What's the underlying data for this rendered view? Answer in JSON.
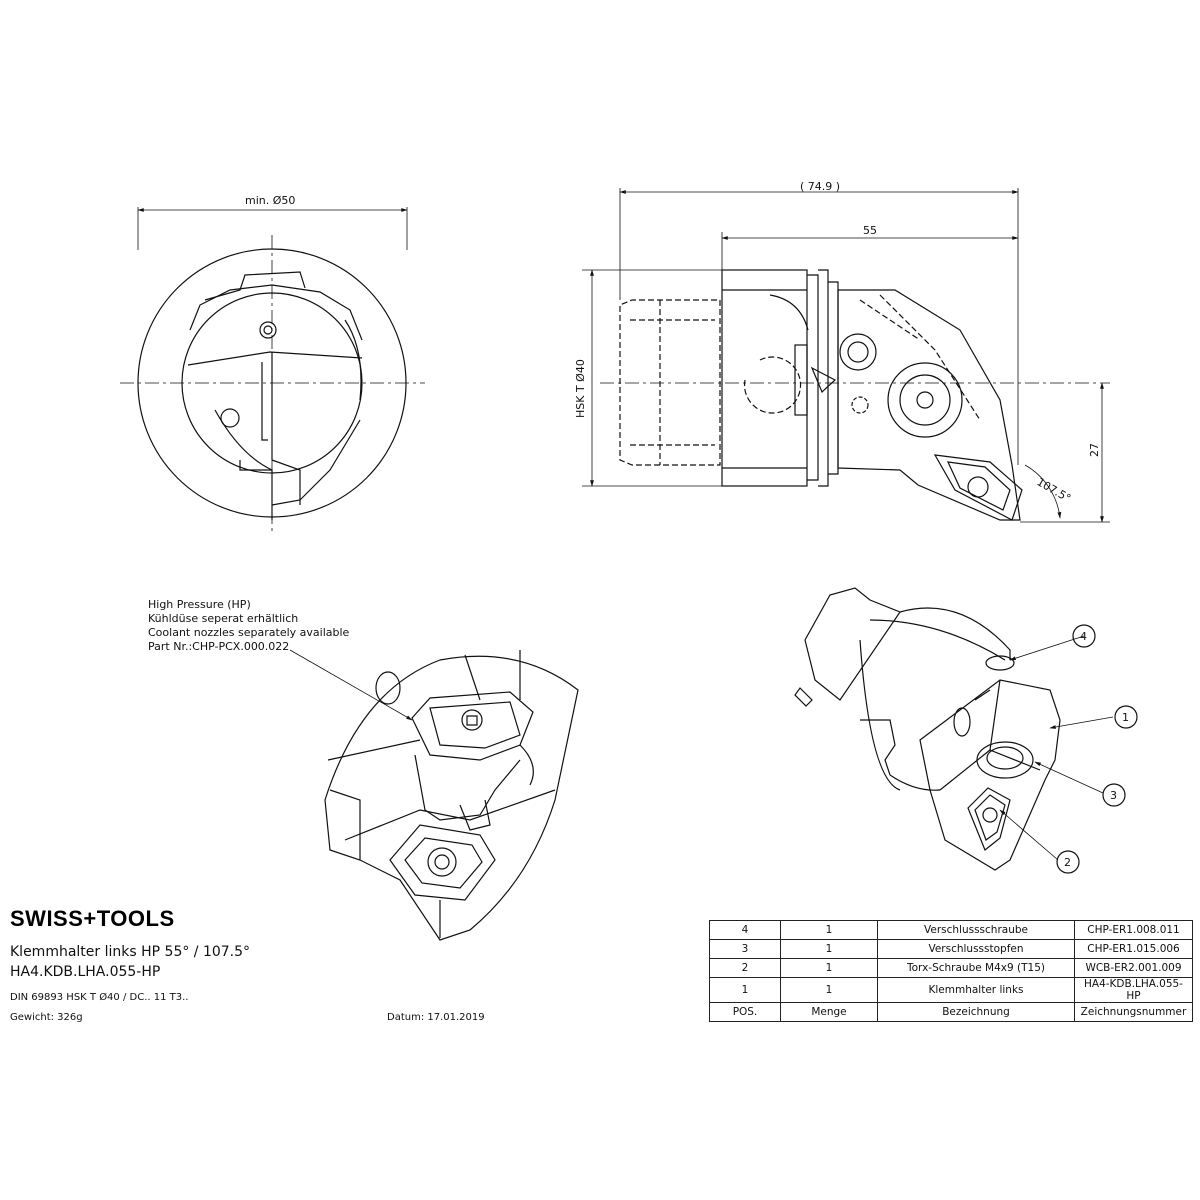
{
  "dimensions": {
    "diameter_min": "min. Ø50",
    "overall_length": "( 74.9 )",
    "length_55": "55",
    "hsk": "HSK T Ø40",
    "offset_27": "27",
    "angle": "107.5°"
  },
  "note": {
    "lines": [
      "High Pressure (HP)",
      "Kühldüse seperat erhältlich",
      "Coolant nozzles separately available",
      "Part Nr.:CHP-PCX.000.022"
    ]
  },
  "callouts": [
    "1",
    "2",
    "3",
    "4"
  ],
  "title_block": {
    "brand": "SWISS+TOOLS",
    "title": "Klemmhalter links HP 55° / 107.5°",
    "code": "HA4.KDB.LHA.055-HP",
    "standard": "DIN 69893 HSK T Ø40 / DC.. 11 T3..",
    "weight": "Gewicht: 326g",
    "date": "Datum: 17.01.2019"
  },
  "parts_list": {
    "rows": [
      [
        "4",
        "1",
        "Verschlussschraube",
        "CHP-ER1.008.011"
      ],
      [
        "3",
        "1",
        "Verschlussstopfen",
        "CHP-ER1.015.006"
      ],
      [
        "2",
        "1",
        "Torx-Schraube M4x9 (T15)",
        "WCB-ER2.001.009"
      ],
      [
        "1",
        "1",
        "Klemmhalter links",
        "HA4-KDB.LHA.055-HP"
      ]
    ],
    "header": [
      "POS.",
      "Menge",
      "Bezeichnung",
      "Zeichnungsnummer"
    ]
  }
}
